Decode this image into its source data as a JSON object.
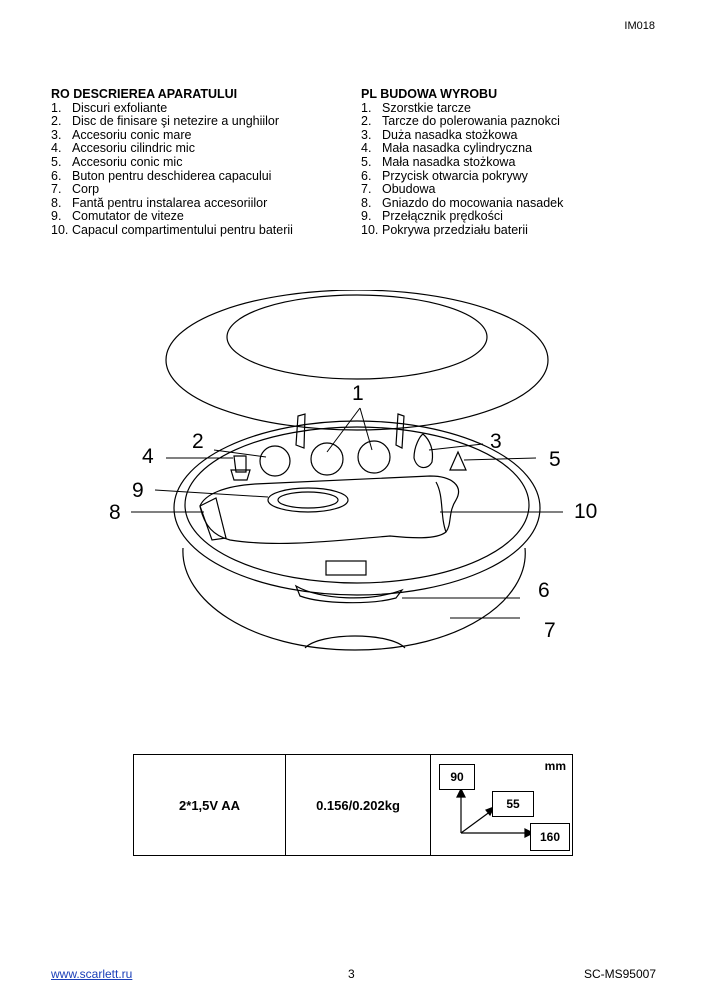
{
  "header": {
    "doc_code": "IM018"
  },
  "sections": {
    "ro": {
      "title": "RO DESCRIEREA APARATULUI",
      "items": [
        {
          "num": "1.",
          "text": "Discuri exfoliante"
        },
        {
          "num": "2.",
          "text": "Disc de finisare şi netezire a unghiilor"
        },
        {
          "num": "3.",
          "text": "Accesoriu conic mare"
        },
        {
          "num": "4.",
          "text": "Accesoriu cilindric mic"
        },
        {
          "num": "5.",
          "text": "Accesoriu conic mic"
        },
        {
          "num": "6.",
          "text": "Buton pentru deschiderea capacului"
        },
        {
          "num": "7.",
          "text": "Corp"
        },
        {
          "num": "8.",
          "text": "Fantă pentru instalarea accesoriilor"
        },
        {
          "num": "9.",
          "text": "Comutator de viteze"
        },
        {
          "num": "10.",
          "text": "Capacul compartimentului pentru baterii"
        }
      ]
    },
    "pl": {
      "title": "PL BUDOWA WYROBU",
      "items": [
        {
          "num": "1.",
          "text": "Szorstkie tarcze"
        },
        {
          "num": "2.",
          "text": "Tarcze do polerowania paznokci"
        },
        {
          "num": "3.",
          "text": "Duża nasadka stożkowa"
        },
        {
          "num": "4.",
          "text": "Mała nasadka cylindryczna"
        },
        {
          "num": "5.",
          "text": "Mała nasadka stożkowa"
        },
        {
          "num": "6.",
          "text": "Przycisk otwarcia pokrywy"
        },
        {
          "num": "7.",
          "text": "Obudowa"
        },
        {
          "num": "8.",
          "text": "Gniazdo do mocowania nasadek"
        },
        {
          "num": "9.",
          "text": "Przełącznik prędkości"
        },
        {
          "num": "10.",
          "text": "Pokrywa przedziału baterii"
        }
      ]
    }
  },
  "figure": {
    "callouts": [
      "1",
      "2",
      "3",
      "4",
      "5",
      "6",
      "7",
      "8",
      "9",
      "10"
    ]
  },
  "specs": {
    "battery": "2*1,5V AA",
    "weight": "0.156/0.202kg",
    "unit": "mm",
    "height": "90",
    "depth": "55",
    "width": "160"
  },
  "footer": {
    "website": "www.scarlett.ru",
    "page": "3",
    "model": "SC-MS95007"
  }
}
